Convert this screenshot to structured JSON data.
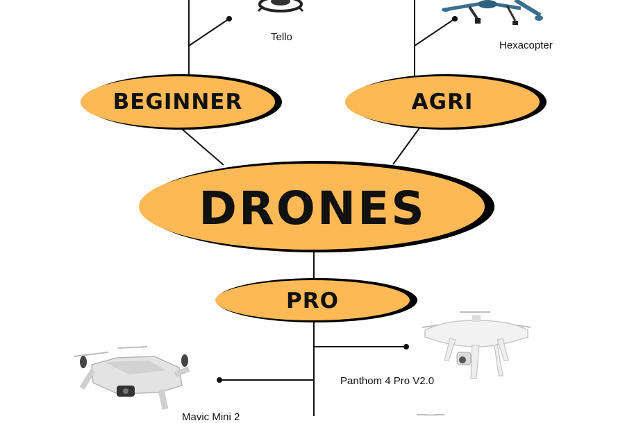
{
  "colors": {
    "node_fill": "#FDB955",
    "node_stroke": "#000000",
    "line": "#111111"
  },
  "nodes": {
    "center": "DRONES",
    "beginner": "BEGINNER",
    "agri": "AGRI",
    "pro": "PRO"
  },
  "drones": {
    "tello": {
      "label": "Tello",
      "icon": "quadcopter-icon"
    },
    "hexacopter": {
      "label": "Hexacopter",
      "icon": "hexacopter-icon"
    },
    "phantom": {
      "label": "Panthom 4 Pro V2.0",
      "icon": "phantom-drone-icon"
    },
    "mavic": {
      "label": "Mavic Mini 2",
      "icon": "mavic-drone-icon"
    }
  }
}
